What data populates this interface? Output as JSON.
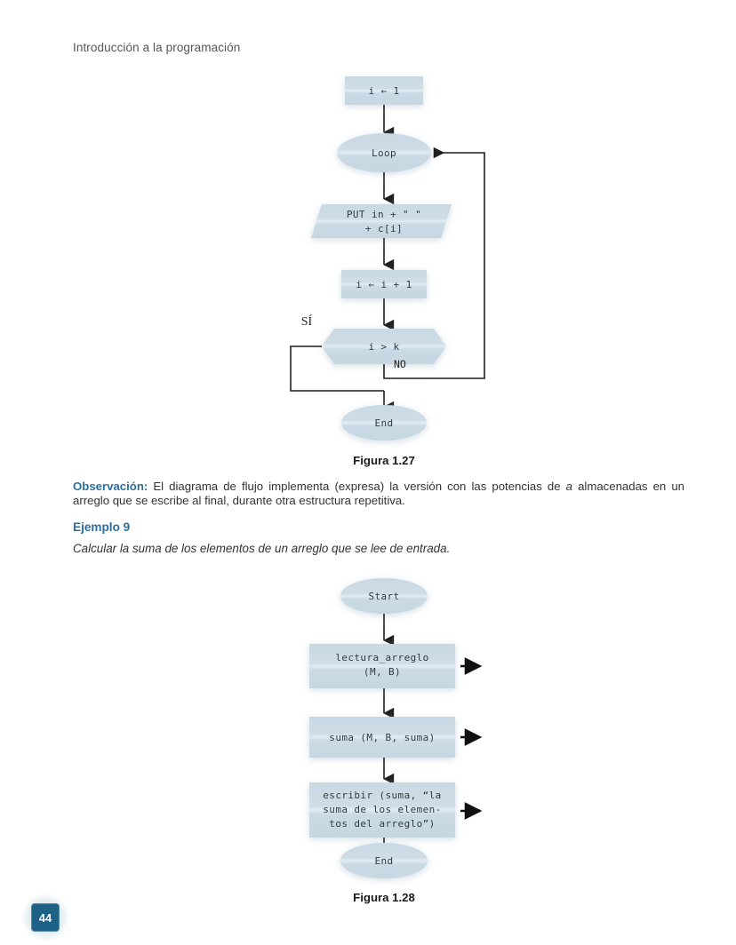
{
  "page": {
    "running_head": "Introducción a la programación",
    "page_number": "44",
    "background": "#ffffff",
    "accent_blue": "#2b6e9e",
    "node_fill": "#ccdae4",
    "line_color": "#2a2a2a"
  },
  "figure_1_27": {
    "caption": "Figura 1.27",
    "nodes": {
      "init": "i ← 1",
      "loop": "Loop",
      "output": "PUT in + \"  \"\n+ c[i]",
      "output_line1": "PUT in +  \"    \"",
      "output_line2": "+ c[i]",
      "increment": "i ← i + 1",
      "decision": "i > k",
      "end": "End"
    },
    "branch_labels": {
      "yes": "SÍ",
      "no": "NO"
    }
  },
  "observacion": {
    "label": "Observación:",
    "text_before_italic": " El diagrama de flujo implementa (expresa) la versión con las potencias de ",
    "italic": "a",
    "text_after_italic": " almacenadas en un arreglo que se escribe al final, durante otra estructura repetitiva."
  },
  "ejemplo": {
    "heading": "Ejemplo 9",
    "statement": "Calcular la suma de los elementos de un arreglo que se lee de entrada."
  },
  "figure_1_28": {
    "caption": "Figura 1.28",
    "nodes": {
      "start": "Start",
      "read_line1": "lectura_arreglo",
      "read_line2": "(M, B)",
      "sum": "suma (M, B, suma)",
      "write_line1": "escribir (suma, “la",
      "write_line2": "suma de los elemen-",
      "write_line3": "tos del arreglo”)",
      "end": "End"
    }
  }
}
